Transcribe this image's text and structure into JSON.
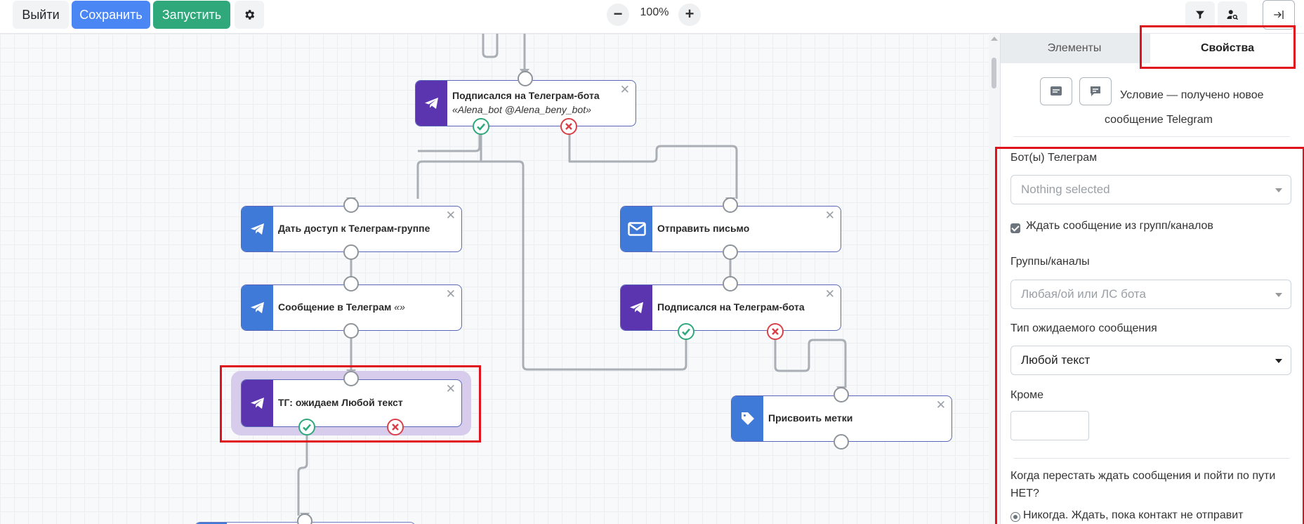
{
  "toolbar": {
    "exit_label": "Выйти",
    "save_label": "Сохранить",
    "run_label": "Запустить",
    "settings_icon": "gear-icon",
    "zoom_out_icon": "minus-icon",
    "zoom_in_icon": "plus-icon",
    "zoom_level": "100%",
    "filter_icon": "filter-icon",
    "user_search_icon": "user-search-icon",
    "collapse_icon": "arrow-right-to-line-icon"
  },
  "nodes": {
    "subscribed_bot_1": {
      "title": "Подписался на Телеграм-бота",
      "subtitle": "«Alena_bot @Alena_beny_bot»",
      "icon": "telegram-icon"
    },
    "give_access": {
      "title": "Дать доступ к Телеграм-группе",
      "icon": "telegram-icon"
    },
    "send_email": {
      "title": "Отправить письмо",
      "icon": "envelope-icon"
    },
    "tg_message": {
      "title": "Сообщение в Телеграм",
      "subtitle": "«»",
      "icon": "telegram-icon"
    },
    "subscribed_bot_2": {
      "title": "Подписался на Телеграм-бота",
      "icon": "telegram-icon"
    },
    "tg_wait": {
      "title": "ТГ: ожидаем Любой текст",
      "icon": "telegram-icon"
    },
    "assign_tags": {
      "title": "Присвоить метки",
      "icon": "tag-icon"
    }
  },
  "panel": {
    "tabs": [
      {
        "label": "Элементы",
        "active": false
      },
      {
        "label": "Свойства",
        "active": true
      }
    ],
    "description_line1": "Условие — получено новое",
    "description_line2": "сообщение Telegram",
    "bots_label": "Бот(ы) Телеграм",
    "bots_placeholder": "Nothing selected",
    "wait_groups_label": "Ждать сообщение из групп/каналов",
    "wait_groups_checked": true,
    "groups_label": "Группы/каналы",
    "groups_placeholder": "Любая/ой или ЛС бота",
    "message_type_label": "Тип ожидаемого сообщения",
    "message_type_value": "Любой текст",
    "except_label": "Кроме",
    "except_value": "",
    "stop_wait_question_line1": "Когда перестать ждать сообщения и пойти по пути",
    "stop_wait_question_line2": "НЕТ?",
    "radio_never_label": "Никогда. Ждать, пока контакт не отправит"
  },
  "colors": {
    "save": "#4b86f5",
    "run": "#2fa87b",
    "telegram_purple": "#5b34b0",
    "telegram_blue": "#3f7ad9",
    "highlight_red": "#e0121b"
  }
}
